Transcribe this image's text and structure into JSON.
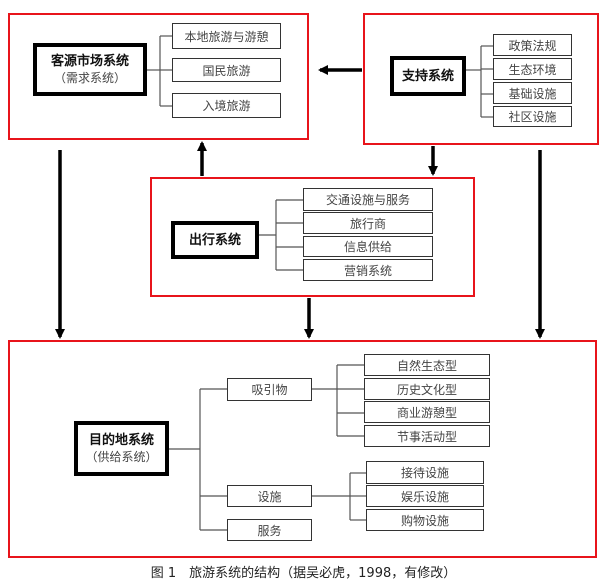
{
  "source_market": {
    "title": "客源市场系统",
    "subtitle": "（需求系统）",
    "items": [
      "本地旅游与游憩",
      "国民旅游",
      "入境旅游"
    ]
  },
  "support": {
    "title": "支持系统",
    "items": [
      "政策法规",
      "生态环境",
      "基础设施",
      "社区设施"
    ]
  },
  "travel": {
    "title": "出行系统",
    "items": [
      "交通设施与服务",
      "旅行商",
      "信息供给",
      "营销系统"
    ]
  },
  "destination": {
    "title": "目的地系统",
    "subtitle": "（供给系统）",
    "branches": [
      {
        "label": "吸引物",
        "items": [
          "自然生态型",
          "历史文化型",
          "商业游憩型",
          "节事活动型"
        ]
      },
      {
        "label": "设施",
        "items": [
          "接待设施",
          "娱乐设施",
          "购物设施"
        ]
      },
      {
        "label": "服务",
        "items": []
      }
    ]
  },
  "caption": "图 1　旅游系统的结构（据吴必虎，1998，有修改）",
  "colors": {
    "region_border": "#e8141b",
    "main_border": "#000000",
    "leaf_border": "#333333"
  }
}
